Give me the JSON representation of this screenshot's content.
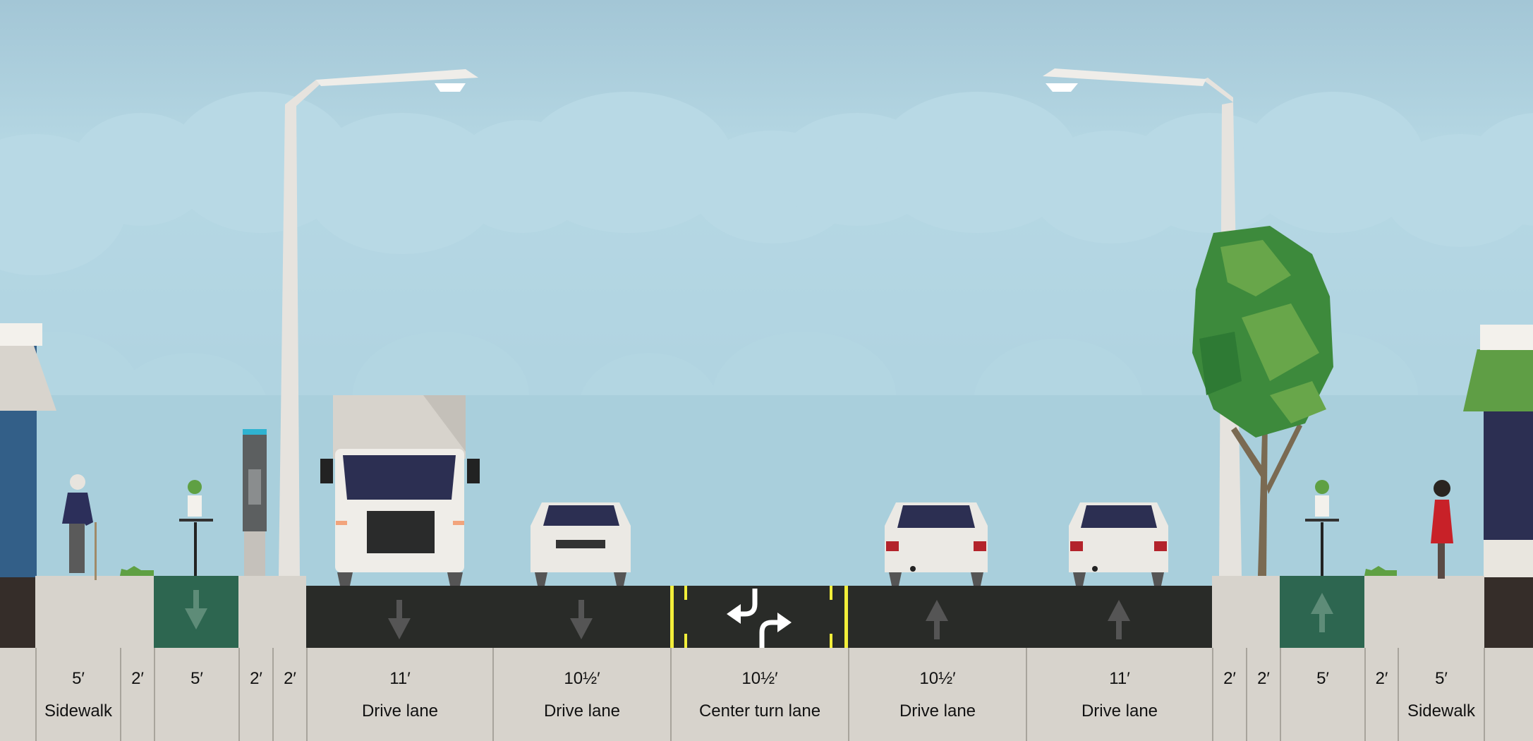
{
  "segments": [
    {
      "id": "left-building",
      "dimension": "",
      "label": ""
    },
    {
      "id": "sidewalk-left",
      "dimension": "5′",
      "label": "Sidewalk"
    },
    {
      "id": "planter-left",
      "dimension": "2′",
      "label": ""
    },
    {
      "id": "bike-lane-left",
      "dimension": "5′",
      "label": ""
    },
    {
      "id": "bikeshare",
      "dimension": "2′",
      "label": ""
    },
    {
      "id": "lamp-left",
      "dimension": "2′",
      "label": ""
    },
    {
      "id": "drive-lane-1",
      "dimension": "11′",
      "label": "Drive lane"
    },
    {
      "id": "drive-lane-2",
      "dimension": "10½′",
      "label": "Drive lane"
    },
    {
      "id": "center-turn-lane",
      "dimension": "10½′",
      "label": "Center turn lane"
    },
    {
      "id": "drive-lane-3",
      "dimension": "10½′",
      "label": "Drive lane"
    },
    {
      "id": "drive-lane-4",
      "dimension": "11′",
      "label": "Drive lane"
    },
    {
      "id": "lamp-right",
      "dimension": "2′",
      "label": ""
    },
    {
      "id": "tree",
      "dimension": "2′",
      "label": ""
    },
    {
      "id": "bike-lane-right",
      "dimension": "5′",
      "label": ""
    },
    {
      "id": "planter-right",
      "dimension": "2′",
      "label": ""
    },
    {
      "id": "sidewalk-right",
      "dimension": "5′",
      "label": "Sidewalk"
    },
    {
      "id": "right-building",
      "dimension": "",
      "label": ""
    }
  ],
  "colors": {
    "asphalt": "#292b28",
    "bike_lane": "#2d6650",
    "sidewalk": "#d7d3cc",
    "yellow": "#f2ee3a",
    "sky": "#a9cfdc"
  }
}
